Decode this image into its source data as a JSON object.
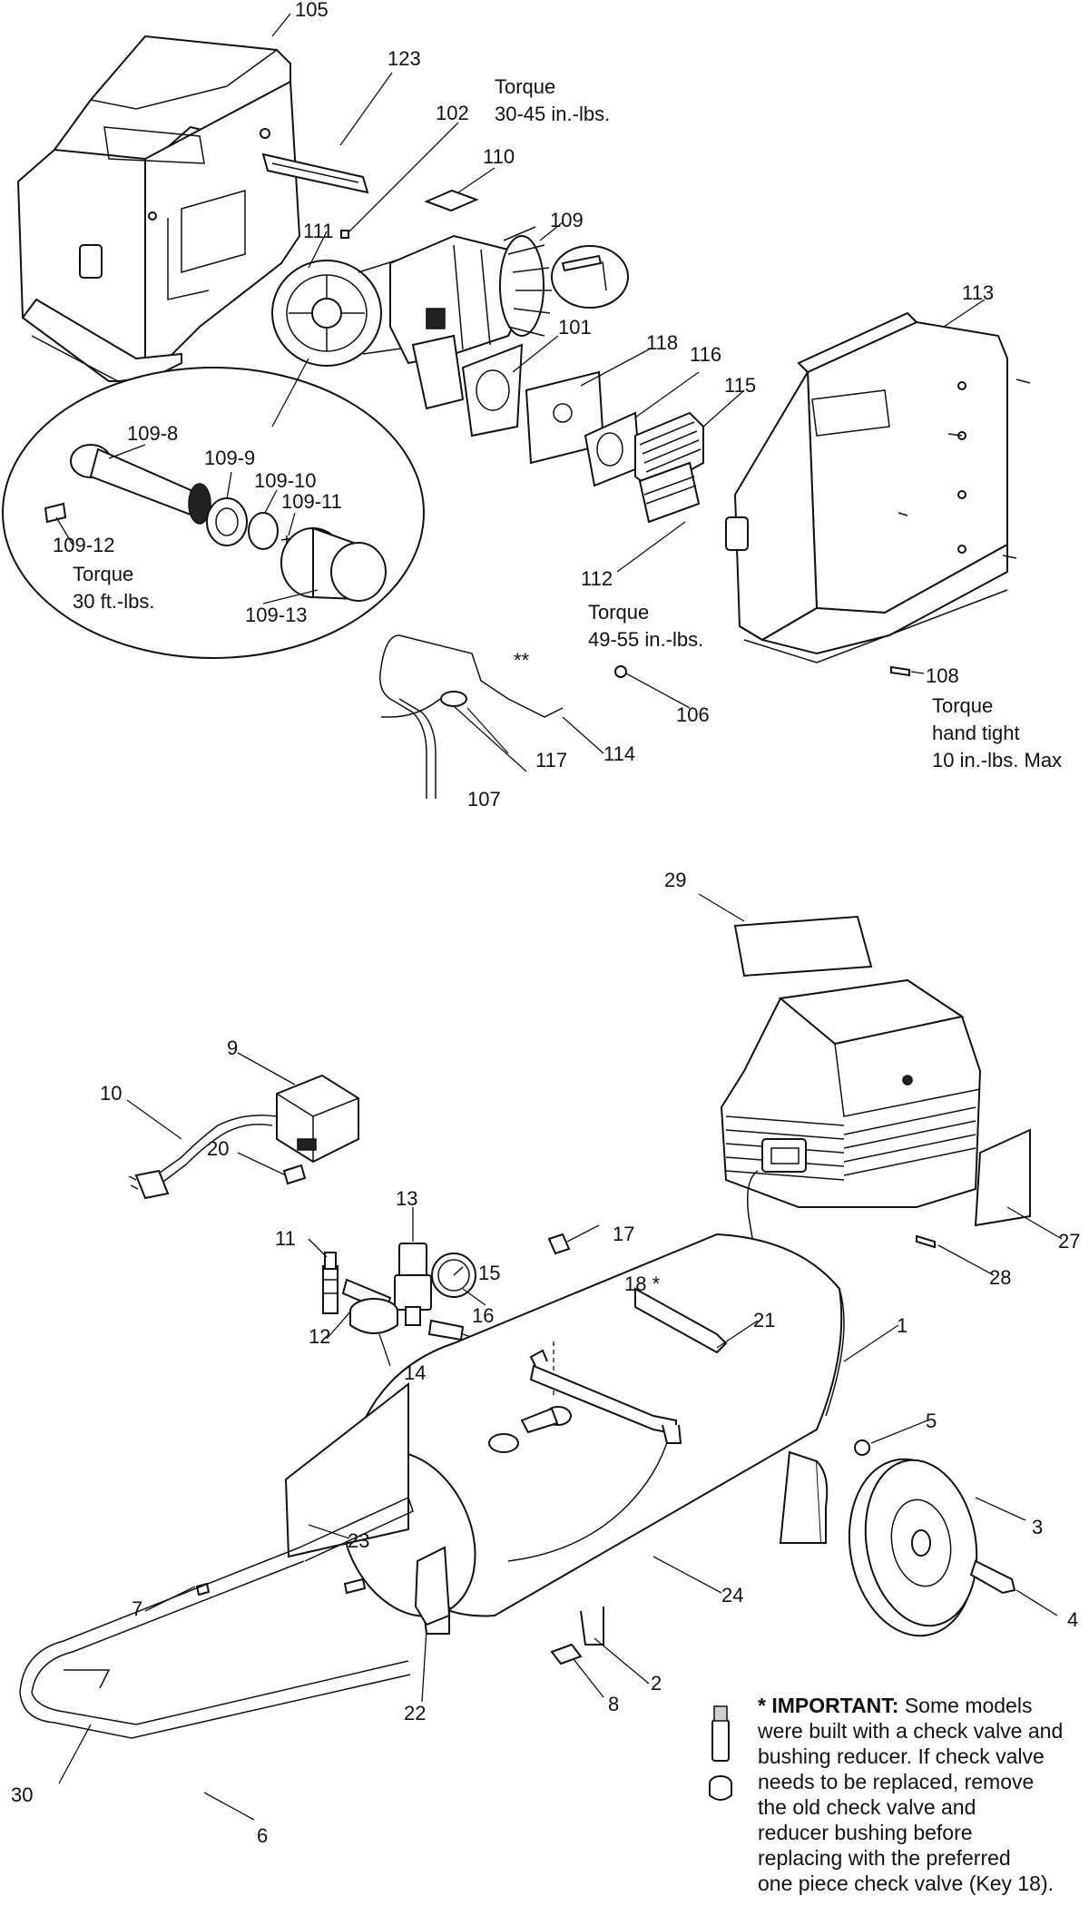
{
  "colors": {
    "ink": "#111111",
    "paper": "#ffffff"
  },
  "labels": {
    "p105": "105",
    "p123": "123",
    "p102": "102",
    "p110": "110",
    "p111": "111",
    "p109": "109",
    "p101": "101",
    "p118": "118",
    "p116": "116",
    "p115": "115",
    "p113": "113",
    "p112": "112",
    "p106": "106",
    "p108": "108",
    "p117": "117",
    "p114": "114",
    "p107": "107",
    "p109_8": "109-8",
    "p109_9": "109-9",
    "p109_10": "109-10",
    "p109_11": "109-11",
    "p109_12": "109-12",
    "p109_13": "109-13",
    "p29": "29",
    "p9": "9",
    "p10": "10",
    "p20": "20",
    "p17": "17",
    "p13": "13",
    "p11": "11",
    "p15": "15",
    "p12": "12",
    "p14": "14",
    "p16": "16",
    "p18": "18 *",
    "p21": "21",
    "p1": "1",
    "p27": "27",
    "p28": "28",
    "p5": "5",
    "p3": "3",
    "p4": "4",
    "p23": "23",
    "p24": "24",
    "p7": "7",
    "p2": "2",
    "p8": "8",
    "p30": "30",
    "p22": "22",
    "p6": "6",
    "double_star": "**"
  },
  "torque": {
    "t102": [
      "Torque",
      "30-45 in.-lbs."
    ],
    "t109_12": [
      "Torque",
      "30 ft.-lbs."
    ],
    "t112": [
      "Torque",
      "49-55 in.-lbs."
    ],
    "t108": [
      "Torque",
      "hand tight",
      "10 in.-lbs. Max"
    ]
  },
  "note": {
    "bold": "* IMPORTANT:",
    "line1": " Some models",
    "lines": [
      "were built with a check valve and",
      "bushing reducer. If check valve",
      "needs to be replaced, remove",
      "the old check valve and",
      "reducer bushing before",
      "replacing with the preferred",
      "one piece check valve (Key 18)."
    ]
  }
}
